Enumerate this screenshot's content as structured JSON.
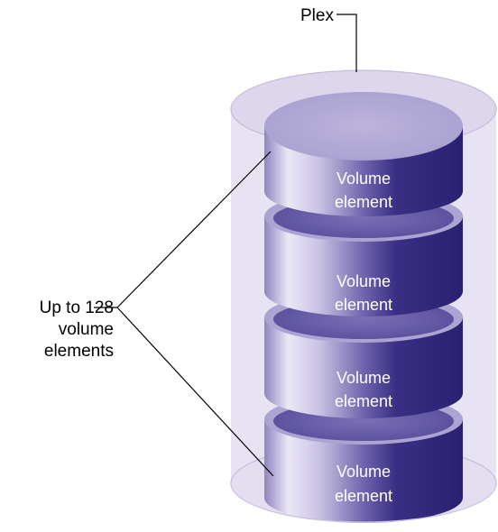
{
  "labels": {
    "plex": "Plex",
    "up_to": [
      "Up to 128",
      "volume",
      "elements"
    ]
  },
  "volume_elements": [
    {
      "line1": "Volume",
      "line2": "element"
    },
    {
      "line1": "Volume",
      "line2": "element"
    },
    {
      "line1": "Volume",
      "line2": "element"
    },
    {
      "line1": "Volume",
      "line2": "element"
    }
  ],
  "colors": {
    "plex_fill": "#e4def0",
    "plex_stroke": "#bdb3d6",
    "disk_top": "#b6aed6",
    "disk_light": "#e9e5f3",
    "disk_dark": "#2d2472"
  }
}
